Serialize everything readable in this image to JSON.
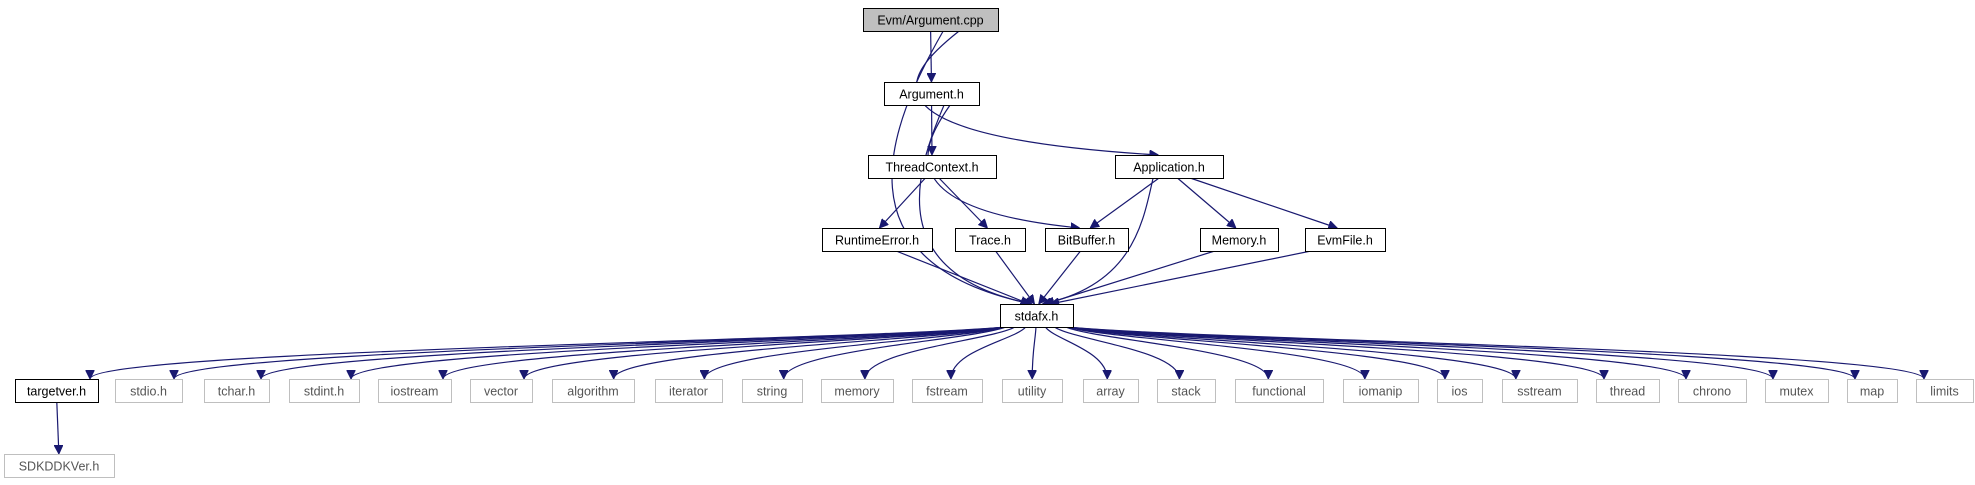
{
  "graph": {
    "nodes": [
      {
        "id": "argument_cpp",
        "label": "Evm/Argument.cpp",
        "kind": "root"
      },
      {
        "id": "argument_h",
        "label": "Argument.h",
        "kind": "solid"
      },
      {
        "id": "threadcontext_h",
        "label": "ThreadContext.h",
        "kind": "solid"
      },
      {
        "id": "application_h",
        "label": "Application.h",
        "kind": "solid"
      },
      {
        "id": "runtimeerror_h",
        "label": "RuntimeError.h",
        "kind": "solid"
      },
      {
        "id": "trace_h",
        "label": "Trace.h",
        "kind": "solid"
      },
      {
        "id": "bitbuffer_h",
        "label": "BitBuffer.h",
        "kind": "solid"
      },
      {
        "id": "memory_h",
        "label": "Memory.h",
        "kind": "solid"
      },
      {
        "id": "evmfile_h",
        "label": "EvmFile.h",
        "kind": "solid"
      },
      {
        "id": "stdafx_h",
        "label": "stdafx.h",
        "kind": "solid"
      },
      {
        "id": "targetver_h",
        "label": "targetver.h",
        "kind": "solid"
      },
      {
        "id": "sdkddkver_h",
        "label": "SDKDDKVer.h",
        "kind": "sys"
      },
      {
        "id": "stdio_h",
        "label": "stdio.h",
        "kind": "sys"
      },
      {
        "id": "tchar_h",
        "label": "tchar.h",
        "kind": "sys"
      },
      {
        "id": "stdint_h",
        "label": "stdint.h",
        "kind": "sys"
      },
      {
        "id": "iostream",
        "label": "iostream",
        "kind": "sys"
      },
      {
        "id": "vector",
        "label": "vector",
        "kind": "sys"
      },
      {
        "id": "algorithm",
        "label": "algorithm",
        "kind": "sys"
      },
      {
        "id": "iterator",
        "label": "iterator",
        "kind": "sys"
      },
      {
        "id": "string",
        "label": "string",
        "kind": "sys"
      },
      {
        "id": "memory",
        "label": "memory",
        "kind": "sys"
      },
      {
        "id": "fstream",
        "label": "fstream",
        "kind": "sys"
      },
      {
        "id": "utility",
        "label": "utility",
        "kind": "sys"
      },
      {
        "id": "array",
        "label": "array",
        "kind": "sys"
      },
      {
        "id": "stack",
        "label": "stack",
        "kind": "sys"
      },
      {
        "id": "functional",
        "label": "functional",
        "kind": "sys"
      },
      {
        "id": "iomanip",
        "label": "iomanip",
        "kind": "sys"
      },
      {
        "id": "ios",
        "label": "ios",
        "kind": "sys"
      },
      {
        "id": "sstream",
        "label": "sstream",
        "kind": "sys"
      },
      {
        "id": "thread",
        "label": "thread",
        "kind": "sys"
      },
      {
        "id": "chrono",
        "label": "chrono",
        "kind": "sys"
      },
      {
        "id": "mutex",
        "label": "mutex",
        "kind": "sys"
      },
      {
        "id": "map",
        "label": "map",
        "kind": "sys"
      },
      {
        "id": "limits",
        "label": "limits",
        "kind": "sys"
      }
    ],
    "edges": [
      [
        "argument_cpp",
        "argument_h"
      ],
      [
        "argument_cpp",
        "application_h"
      ],
      [
        "argument_cpp",
        "stdafx_h"
      ],
      [
        "argument_h",
        "threadcontext_h"
      ],
      [
        "argument_h",
        "bitbuffer_h"
      ],
      [
        "argument_h",
        "stdafx_h"
      ],
      [
        "threadcontext_h",
        "runtimeerror_h"
      ],
      [
        "threadcontext_h",
        "trace_h"
      ],
      [
        "application_h",
        "bitbuffer_h"
      ],
      [
        "application_h",
        "memory_h"
      ],
      [
        "application_h",
        "evmfile_h"
      ],
      [
        "application_h",
        "stdafx_h"
      ],
      [
        "runtimeerror_h",
        "stdafx_h"
      ],
      [
        "trace_h",
        "stdafx_h"
      ],
      [
        "bitbuffer_h",
        "stdafx_h"
      ],
      [
        "memory_h",
        "stdafx_h"
      ],
      [
        "evmfile_h",
        "stdafx_h"
      ],
      [
        "stdafx_h",
        "targetver_h"
      ],
      [
        "stdafx_h",
        "stdio_h"
      ],
      [
        "stdafx_h",
        "tchar_h"
      ],
      [
        "stdafx_h",
        "stdint_h"
      ],
      [
        "stdafx_h",
        "iostream"
      ],
      [
        "stdafx_h",
        "vector"
      ],
      [
        "stdafx_h",
        "algorithm"
      ],
      [
        "stdafx_h",
        "iterator"
      ],
      [
        "stdafx_h",
        "string"
      ],
      [
        "stdafx_h",
        "memory"
      ],
      [
        "stdafx_h",
        "fstream"
      ],
      [
        "stdafx_h",
        "utility"
      ],
      [
        "stdafx_h",
        "array"
      ],
      [
        "stdafx_h",
        "stack"
      ],
      [
        "stdafx_h",
        "functional"
      ],
      [
        "stdafx_h",
        "iomanip"
      ],
      [
        "stdafx_h",
        "ios"
      ],
      [
        "stdafx_h",
        "sstream"
      ],
      [
        "stdafx_h",
        "thread"
      ],
      [
        "stdafx_h",
        "chrono"
      ],
      [
        "stdafx_h",
        "mutex"
      ],
      [
        "stdafx_h",
        "map"
      ],
      [
        "stdafx_h",
        "limits"
      ],
      [
        "targetver_h",
        "sdkddkver_h"
      ]
    ]
  },
  "colors": {
    "edge": "#191970",
    "root_fill": "#bfbfbf",
    "box_border": "#000000",
    "system_border": "#bfbfbf",
    "system_text": "#555555"
  }
}
